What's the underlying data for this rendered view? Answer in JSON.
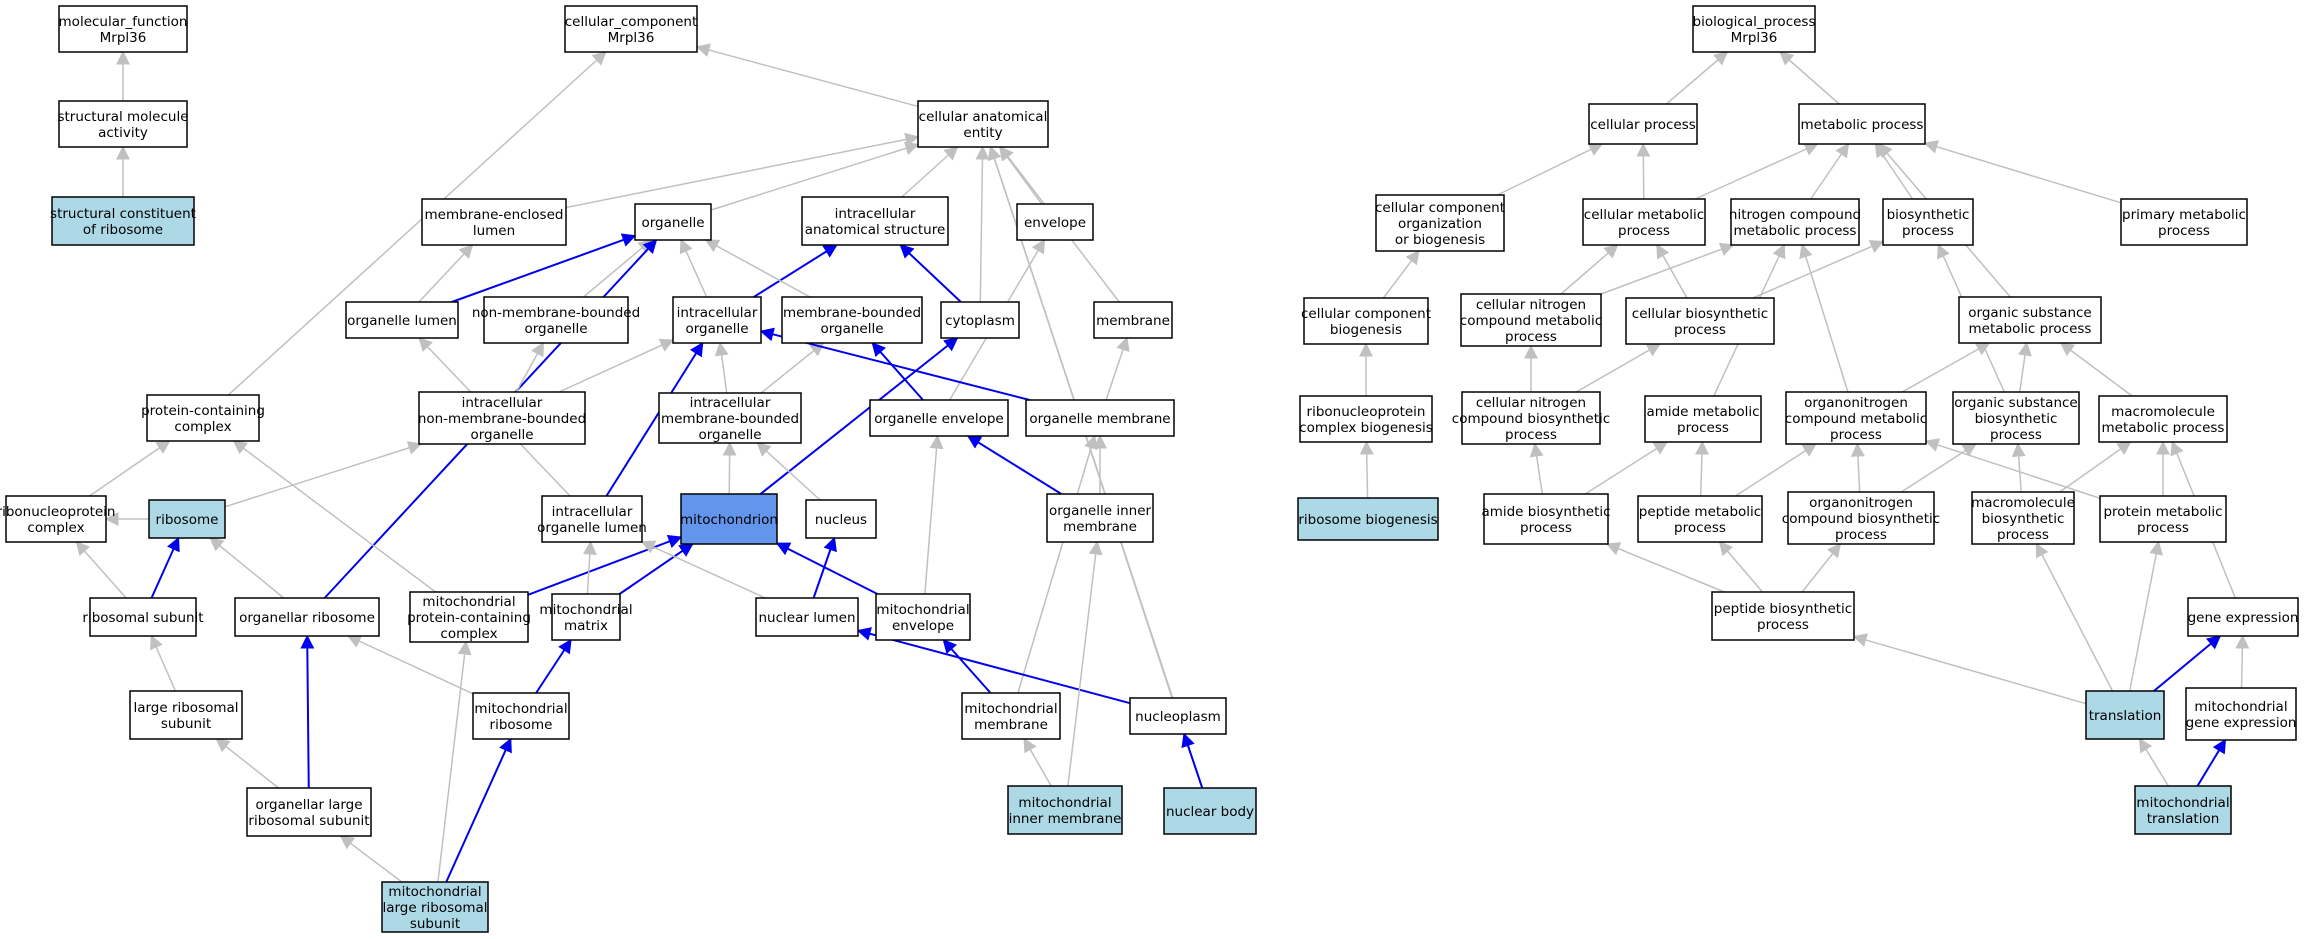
{
  "title": "",
  "colors": {
    "node_fill": "#ffffff",
    "leaf_fill": "#add8e6",
    "focus_fill": "#6495ed",
    "edge_gray": "#c0c0c0",
    "edge_blue": "#0000ee"
  },
  "nodes": [
    {
      "id": "mf",
      "lines": [
        "molecular_function",
        "Mrpl36"
      ],
      "style": "plain"
    },
    {
      "id": "sma",
      "lines": [
        "structural molecule",
        "activity"
      ],
      "style": "plain"
    },
    {
      "id": "scr",
      "lines": [
        "structural constituent",
        "of ribosome"
      ],
      "style": "leaf"
    },
    {
      "id": "cc",
      "lines": [
        "cellular_component",
        "Mrpl36"
      ],
      "style": "plain"
    },
    {
      "id": "cae",
      "lines": [
        "cellular anatomical",
        "entity"
      ],
      "style": "plain"
    },
    {
      "id": "mel",
      "lines": [
        "membrane-enclosed",
        "lumen"
      ],
      "style": "plain"
    },
    {
      "id": "org",
      "lines": [
        "organelle"
      ],
      "style": "plain"
    },
    {
      "id": "ias",
      "lines": [
        "intracellular",
        "anatomical structure"
      ],
      "style": "plain"
    },
    {
      "id": "env",
      "lines": [
        "envelope"
      ],
      "style": "plain"
    },
    {
      "id": "ol",
      "lines": [
        "organelle lumen"
      ],
      "style": "plain"
    },
    {
      "id": "nmbo",
      "lines": [
        "non-membrane-bounded",
        "organelle"
      ],
      "style": "plain"
    },
    {
      "id": "io",
      "lines": [
        "intracellular",
        "organelle"
      ],
      "style": "plain"
    },
    {
      "id": "mbo",
      "lines": [
        "membrane-bounded",
        "organelle"
      ],
      "style": "plain"
    },
    {
      "id": "cyt",
      "lines": [
        "cytoplasm"
      ],
      "style": "plain"
    },
    {
      "id": "mem",
      "lines": [
        "membrane"
      ],
      "style": "plain"
    },
    {
      "id": "pcc",
      "lines": [
        "protein-containing",
        "complex"
      ],
      "style": "plain"
    },
    {
      "id": "inmbo",
      "lines": [
        "intracellular",
        "non-membrane-bounded",
        "organelle"
      ],
      "style": "plain"
    },
    {
      "id": "imbo",
      "lines": [
        "intracellular",
        "membrane-bounded",
        "organelle"
      ],
      "style": "plain"
    },
    {
      "id": "oe",
      "lines": [
        "organelle envelope"
      ],
      "style": "plain"
    },
    {
      "id": "om",
      "lines": [
        "organelle membrane"
      ],
      "style": "plain"
    },
    {
      "id": "rnpc",
      "lines": [
        "ribonucleoprotein",
        "complex"
      ],
      "style": "plain"
    },
    {
      "id": "rib",
      "lines": [
        "ribosome"
      ],
      "style": "leaf"
    },
    {
      "id": "iol",
      "lines": [
        "intracellular",
        "organelle lumen"
      ],
      "style": "plain"
    },
    {
      "id": "mito",
      "lines": [
        "mitochondrion"
      ],
      "style": "focus"
    },
    {
      "id": "nuc",
      "lines": [
        "nucleus"
      ],
      "style": "plain"
    },
    {
      "id": "oim",
      "lines": [
        "organelle inner",
        "membrane"
      ],
      "style": "plain"
    },
    {
      "id": "rs",
      "lines": [
        "ribosomal subunit"
      ],
      "style": "plain"
    },
    {
      "id": "orib",
      "lines": [
        "organellar ribosome"
      ],
      "style": "plain"
    },
    {
      "id": "mpcc",
      "lines": [
        "mitochondrial",
        "protein-containing",
        "complex"
      ],
      "style": "plain"
    },
    {
      "id": "mm",
      "lines": [
        "mitochondrial",
        "matrix"
      ],
      "style": "plain"
    },
    {
      "id": "nl",
      "lines": [
        "nuclear lumen"
      ],
      "style": "plain"
    },
    {
      "id": "menv",
      "lines": [
        "mitochondrial",
        "envelope"
      ],
      "style": "plain"
    },
    {
      "id": "lrs",
      "lines": [
        "large ribosomal",
        "subunit"
      ],
      "style": "plain"
    },
    {
      "id": "mrib",
      "lines": [
        "mitochondrial",
        "ribosome"
      ],
      "style": "plain"
    },
    {
      "id": "mmem",
      "lines": [
        "mitochondrial",
        "membrane"
      ],
      "style": "plain"
    },
    {
      "id": "np",
      "lines": [
        "nucleoplasm"
      ],
      "style": "plain"
    },
    {
      "id": "olrs",
      "lines": [
        "organellar large",
        "ribosomal subunit"
      ],
      "style": "plain"
    },
    {
      "id": "mim",
      "lines": [
        "mitochondrial",
        "inner membrane"
      ],
      "style": "leaf"
    },
    {
      "id": "nb",
      "lines": [
        "nuclear body"
      ],
      "style": "leaf"
    },
    {
      "id": "mlrs",
      "lines": [
        "mitochondrial",
        "large ribosomal",
        "subunit"
      ],
      "style": "leaf"
    },
    {
      "id": "bp",
      "lines": [
        "biological_process",
        "Mrpl36"
      ],
      "style": "plain"
    },
    {
      "id": "cp",
      "lines": [
        "cellular process"
      ],
      "style": "plain"
    },
    {
      "id": "mp",
      "lines": [
        "metabolic process"
      ],
      "style": "plain"
    },
    {
      "id": "ccob",
      "lines": [
        "cellular component",
        "organization",
        "or biogenesis"
      ],
      "style": "plain"
    },
    {
      "id": "cmp",
      "lines": [
        "cellular metabolic",
        "process"
      ],
      "style": "plain"
    },
    {
      "id": "ncmp",
      "lines": [
        "nitrogen compound",
        "metabolic process"
      ],
      "style": "plain"
    },
    {
      "id": "bsp",
      "lines": [
        "biosynthetic",
        "process"
      ],
      "style": "plain"
    },
    {
      "id": "pmp",
      "lines": [
        "primary metabolic",
        "process"
      ],
      "style": "plain"
    },
    {
      "id": "ccb",
      "lines": [
        "cellular component",
        "biogenesis"
      ],
      "style": "plain"
    },
    {
      "id": "cncmp",
      "lines": [
        "cellular nitrogen",
        "compound metabolic",
        "process"
      ],
      "style": "plain"
    },
    {
      "id": "cbp",
      "lines": [
        "cellular biosynthetic",
        "process"
      ],
      "style": "plain"
    },
    {
      "id": "osmp",
      "lines": [
        "organic substance",
        "metabolic process"
      ],
      "style": "plain"
    },
    {
      "id": "rncb",
      "lines": [
        "ribonucleoprotein",
        "complex biogenesis"
      ],
      "style": "plain"
    },
    {
      "id": "cncbp",
      "lines": [
        "cellular nitrogen",
        "compound biosynthetic",
        "process"
      ],
      "style": "plain"
    },
    {
      "id": "amp",
      "lines": [
        "amide metabolic",
        "process"
      ],
      "style": "plain"
    },
    {
      "id": "oncmp",
      "lines": [
        "organonitrogen",
        "compound metabolic",
        "process"
      ],
      "style": "plain"
    },
    {
      "id": "osbp",
      "lines": [
        "organic substance",
        "biosynthetic",
        "process"
      ],
      "style": "plain"
    },
    {
      "id": "mmp",
      "lines": [
        "macromolecule",
        "metabolic process"
      ],
      "style": "plain"
    },
    {
      "id": "rbg",
      "lines": [
        "ribosome biogenesis"
      ],
      "style": "leaf"
    },
    {
      "id": "abp",
      "lines": [
        "amide biosynthetic",
        "process"
      ],
      "style": "plain"
    },
    {
      "id": "pepmp",
      "lines": [
        "peptide metabolic",
        "process"
      ],
      "style": "plain"
    },
    {
      "id": "oncbp",
      "lines": [
        "organonitrogen",
        "compound biosynthetic",
        "process"
      ],
      "style": "plain"
    },
    {
      "id": "mbp",
      "lines": [
        "macromolecule",
        "biosynthetic",
        "process"
      ],
      "style": "plain"
    },
    {
      "id": "prmp",
      "lines": [
        "protein metabolic",
        "process"
      ],
      "style": "plain"
    },
    {
      "id": "pbp",
      "lines": [
        "peptide biosynthetic",
        "process"
      ],
      "style": "plain"
    },
    {
      "id": "ge",
      "lines": [
        "gene expression"
      ],
      "style": "plain"
    },
    {
      "id": "tr",
      "lines": [
        "translation"
      ],
      "style": "leaf"
    },
    {
      "id": "mge",
      "lines": [
        "mitochondrial",
        "gene expression"
      ],
      "style": "plain"
    },
    {
      "id": "mtr",
      "lines": [
        "mitochondrial",
        "translation"
      ],
      "style": "leaf"
    }
  ],
  "edges": [
    {
      "from": "sma",
      "to": "mf",
      "kind": "is_a"
    },
    {
      "from": "scr",
      "to": "sma",
      "kind": "is_a"
    },
    {
      "from": "cae",
      "to": "cc",
      "kind": "is_a"
    },
    {
      "from": "pcc",
      "to": "cc",
      "kind": "is_a"
    },
    {
      "from": "mel",
      "to": "cae",
      "kind": "is_a"
    },
    {
      "from": "org",
      "to": "cae",
      "kind": "is_a"
    },
    {
      "from": "ias",
      "to": "cae",
      "kind": "is_a"
    },
    {
      "from": "env",
      "to": "cae",
      "kind": "is_a"
    },
    {
      "from": "cyt",
      "to": "cae",
      "kind": "is_a"
    },
    {
      "from": "mem",
      "to": "cae",
      "kind": "is_a"
    },
    {
      "from": "np",
      "to": "cae",
      "kind": "is_a"
    },
    {
      "from": "nb",
      "to": "cae",
      "kind": "is_a"
    },
    {
      "from": "ol",
      "to": "mel",
      "kind": "is_a"
    },
    {
      "from": "ol",
      "to": "org",
      "kind": "part_of"
    },
    {
      "from": "nmbo",
      "to": "org",
      "kind": "is_a"
    },
    {
      "from": "io",
      "to": "org",
      "kind": "is_a"
    },
    {
      "from": "io",
      "to": "ias",
      "kind": "part_of"
    },
    {
      "from": "mbo",
      "to": "org",
      "kind": "is_a"
    },
    {
      "from": "orib",
      "to": "org",
      "kind": "part_of"
    },
    {
      "from": "cyt",
      "to": "ias",
      "kind": "part_of"
    },
    {
      "from": "oe",
      "to": "env",
      "kind": "is_a"
    },
    {
      "from": "inmbo",
      "to": "io",
      "kind": "is_a"
    },
    {
      "from": "inmbo",
      "to": "nmbo",
      "kind": "is_a"
    },
    {
      "from": "imbo",
      "to": "io",
      "kind": "is_a"
    },
    {
      "from": "imbo",
      "to": "mbo",
      "kind": "is_a"
    },
    {
      "from": "iol",
      "to": "io",
      "kind": "part_of"
    },
    {
      "from": "iol",
      "to": "ol",
      "kind": "is_a"
    },
    {
      "from": "oe",
      "to": "mbo",
      "kind": "part_of"
    },
    {
      "from": "om",
      "to": "io",
      "kind": "part_of"
    },
    {
      "from": "om",
      "to": "mem",
      "kind": "is_a"
    },
    {
      "from": "mito",
      "to": "imbo",
      "kind": "is_a"
    },
    {
      "from": "mito",
      "to": "cyt",
      "kind": "part_of"
    },
    {
      "from": "nuc",
      "to": "imbo",
      "kind": "is_a"
    },
    {
      "from": "oim",
      "to": "om",
      "kind": "is_a"
    },
    {
      "from": "oim",
      "to": "oe",
      "kind": "part_of"
    },
    {
      "from": "rnpc",
      "to": "pcc",
      "kind": "is_a"
    },
    {
      "from": "rib",
      "to": "inmbo",
      "kind": "is_a"
    },
    {
      "from": "rib",
      "to": "rnpc",
      "kind": "is_a"
    },
    {
      "from": "rs",
      "to": "rnpc",
      "kind": "is_a"
    },
    {
      "from": "rs",
      "to": "rib",
      "kind": "part_of"
    },
    {
      "from": "orib",
      "to": "rib",
      "kind": "is_a"
    },
    {
      "from": "mpcc",
      "to": "pcc",
      "kind": "is_a"
    },
    {
      "from": "mpcc",
      "to": "mito",
      "kind": "part_of"
    },
    {
      "from": "mm",
      "to": "iol",
      "kind": "is_a"
    },
    {
      "from": "mm",
      "to": "mito",
      "kind": "part_of"
    },
    {
      "from": "nl",
      "to": "iol",
      "kind": "is_a"
    },
    {
      "from": "nl",
      "to": "nuc",
      "kind": "part_of"
    },
    {
      "from": "menv",
      "to": "mito",
      "kind": "part_of"
    },
    {
      "from": "menv",
      "to": "oe",
      "kind": "is_a"
    },
    {
      "from": "lrs",
      "to": "rs",
      "kind": "is_a"
    },
    {
      "from": "mrib",
      "to": "orib",
      "kind": "is_a"
    },
    {
      "from": "mrib",
      "to": "mm",
      "kind": "part_of"
    },
    {
      "from": "mmem",
      "to": "om",
      "kind": "is_a"
    },
    {
      "from": "mmem",
      "to": "menv",
      "kind": "part_of"
    },
    {
      "from": "np",
      "to": "nl",
      "kind": "part_of"
    },
    {
      "from": "olrs",
      "to": "lrs",
      "kind": "is_a"
    },
    {
      "from": "olrs",
      "to": "orib",
      "kind": "part_of"
    },
    {
      "from": "mim",
      "to": "mmem",
      "kind": "is_a"
    },
    {
      "from": "mim",
      "to": "oim",
      "kind": "is_a"
    },
    {
      "from": "nb",
      "to": "np",
      "kind": "part_of"
    },
    {
      "from": "mlrs",
      "to": "olrs",
      "kind": "is_a"
    },
    {
      "from": "mlrs",
      "to": "mpcc",
      "kind": "is_a"
    },
    {
      "from": "mlrs",
      "to": "mrib",
      "kind": "part_of"
    },
    {
      "from": "cp",
      "to": "bp",
      "kind": "is_a"
    },
    {
      "from": "mp",
      "to": "bp",
      "kind": "is_a"
    },
    {
      "from": "ccob",
      "to": "cp",
      "kind": "is_a"
    },
    {
      "from": "cmp",
      "to": "cp",
      "kind": "is_a"
    },
    {
      "from": "cmp",
      "to": "mp",
      "kind": "is_a"
    },
    {
      "from": "ncmp",
      "to": "mp",
      "kind": "is_a"
    },
    {
      "from": "bsp",
      "to": "mp",
      "kind": "is_a"
    },
    {
      "from": "pmp",
      "to": "mp",
      "kind": "is_a"
    },
    {
      "from": "osmp",
      "to": "mp",
      "kind": "is_a"
    },
    {
      "from": "ccb",
      "to": "ccob",
      "kind": "is_a"
    },
    {
      "from": "cncmp",
      "to": "cmp",
      "kind": "is_a"
    },
    {
      "from": "cncmp",
      "to": "ncmp",
      "kind": "is_a"
    },
    {
      "from": "cbp",
      "to": "cmp",
      "kind": "is_a"
    },
    {
      "from": "cbp",
      "to": "bsp",
      "kind": "is_a"
    },
    {
      "from": "rncb",
      "to": "ccb",
      "kind": "is_a"
    },
    {
      "from": "cncbp",
      "to": "cncmp",
      "kind": "is_a"
    },
    {
      "from": "cncbp",
      "to": "cbp",
      "kind": "is_a"
    },
    {
      "from": "amp",
      "to": "ncmp",
      "kind": "is_a"
    },
    {
      "from": "oncmp",
      "to": "ncmp",
      "kind": "is_a"
    },
    {
      "from": "oncmp",
      "to": "osmp",
      "kind": "is_a"
    },
    {
      "from": "osbp",
      "to": "bsp",
      "kind": "is_a"
    },
    {
      "from": "osbp",
      "to": "osmp",
      "kind": "is_a"
    },
    {
      "from": "mmp",
      "to": "osmp",
      "kind": "is_a"
    },
    {
      "from": "rbg",
      "to": "rncb",
      "kind": "is_a"
    },
    {
      "from": "abp",
      "to": "cncbp",
      "kind": "is_a"
    },
    {
      "from": "abp",
      "to": "amp",
      "kind": "is_a"
    },
    {
      "from": "pepmp",
      "to": "amp",
      "kind": "is_a"
    },
    {
      "from": "pepmp",
      "to": "oncmp",
      "kind": "is_a"
    },
    {
      "from": "oncbp",
      "to": "oncmp",
      "kind": "is_a"
    },
    {
      "from": "oncbp",
      "to": "osbp",
      "kind": "is_a"
    },
    {
      "from": "mbp",
      "to": "osbp",
      "kind": "is_a"
    },
    {
      "from": "mbp",
      "to": "mmp",
      "kind": "is_a"
    },
    {
      "from": "prmp",
      "to": "mmp",
      "kind": "is_a"
    },
    {
      "from": "prmp",
      "to": "oncmp",
      "kind": "is_a"
    },
    {
      "from": "pbp",
      "to": "abp",
      "kind": "is_a"
    },
    {
      "from": "pbp",
      "to": "pepmp",
      "kind": "is_a"
    },
    {
      "from": "pbp",
      "to": "oncbp",
      "kind": "is_a"
    },
    {
      "from": "ge",
      "to": "mmp",
      "kind": "is_a"
    },
    {
      "from": "tr",
      "to": "pbp",
      "kind": "is_a"
    },
    {
      "from": "tr",
      "to": "mbp",
      "kind": "is_a"
    },
    {
      "from": "tr",
      "to": "prmp",
      "kind": "is_a"
    },
    {
      "from": "tr",
      "to": "ge",
      "kind": "part_of"
    },
    {
      "from": "mge",
      "to": "ge",
      "kind": "is_a"
    },
    {
      "from": "mtr",
      "to": "tr",
      "kind": "is_a"
    },
    {
      "from": "mtr",
      "to": "mge",
      "kind": "part_of"
    }
  ]
}
